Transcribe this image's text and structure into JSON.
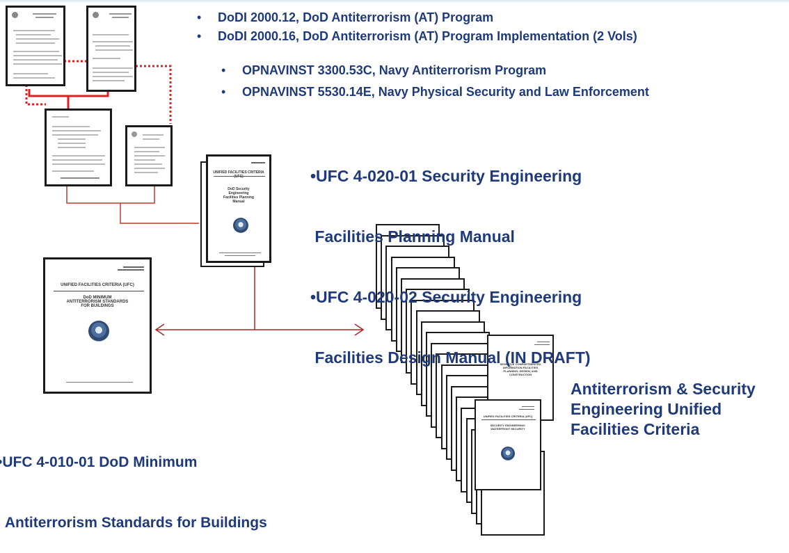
{
  "top_bullets": [
    "DoDI 2000.12, DoD Antiterrorism (AT) Program",
    "DoDI 2000.16, DoD Antiterrorism (AT) Program Implementation (2 Vols)"
  ],
  "sub_bullets": [
    "OPNAVINST 3300.53C, Navy Antiterrorism Program",
    "OPNAVINST 5530.14E, Navy Physical Security and Law Enforcement"
  ],
  "bullet_glyph": "•",
  "ufc_020_lines": [
    "•UFC 4-020-01 Security Engineering",
    " Facilities Planning Manual",
    "•UFC 4-020-02 Security Engineering",
    " Facilities Design Manual (IN DRAFT)"
  ],
  "ufc_010_lines": [
    "•UFC 4-010-01 DoD Minimum",
    "  Antiterrorism Standards for Buildings"
  ],
  "ufc_family_lines": [
    "Antiterrorism & Security",
    "Engineering Unified",
    "Facilities Criteria"
  ],
  "doc_covers": {
    "planning_header": "UNIFIED FACILITIES CRITERIA (UFC)",
    "planning_title": "DoD Security Engineering Facilities Planning Manual",
    "min_header": "UNIFIED FACILITIES CRITERIA (UFC)",
    "min_title": "DoD MINIMUM ANTITERRORISM STANDARDS FOR BUILDINGS",
    "waterfront_header": "UNIFIED FACILITIES CRITERIA (UFC)",
    "waterfront_title": "SECURITY ENGINEERING: WATERFRONT SECURITY",
    "scif_title": "SENSITIVE COMPARTMENTED INFORMATION FACILITIES PLANNING, DESIGN, AND CONSTRUCTION"
  },
  "colors": {
    "text_navy": "#1f3a7a",
    "connector_solid_red": "#e02020",
    "connector_dotted_red": "#e02020",
    "connector_thin_red": "#c0392b",
    "arrow_red": "#b22222",
    "document_border": "#1a1a1a"
  }
}
